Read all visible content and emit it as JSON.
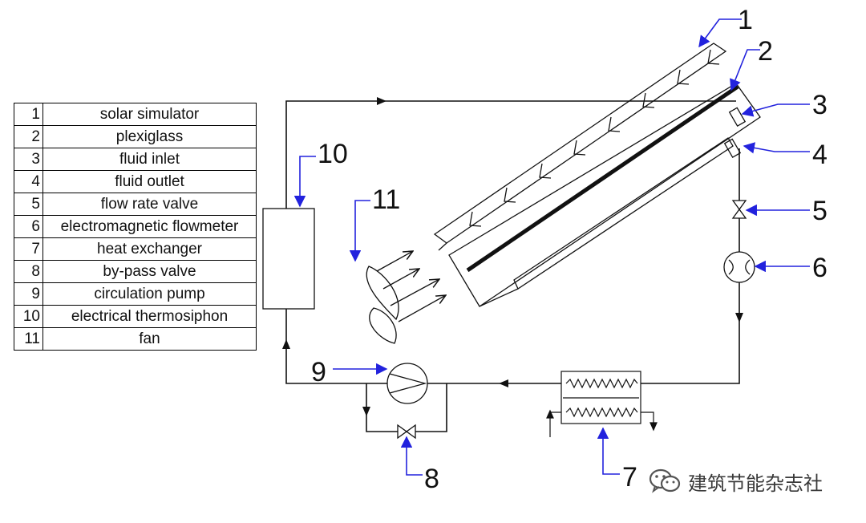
{
  "legend": [
    {
      "num": "1",
      "label": "solar simulator"
    },
    {
      "num": "2",
      "label": "plexiglass"
    },
    {
      "num": "3",
      "label": "fluid inlet"
    },
    {
      "num": "4",
      "label": "fluid outlet"
    },
    {
      "num": "5",
      "label": "flow rate valve"
    },
    {
      "num": "6",
      "label": "electromagnetic flowmeter"
    },
    {
      "num": "7",
      "label": "heat exchanger"
    },
    {
      "num": "8",
      "label": "by-pass valve"
    },
    {
      "num": "9",
      "label": "circulation  pump"
    },
    {
      "num": "10",
      "label": "electrical thermosiphon"
    },
    {
      "num": "11",
      "label": "fan"
    }
  ],
  "callouts": {
    "c1": "1",
    "c2": "2",
    "c3": "3",
    "c4": "4",
    "c5": "5",
    "c6": "6",
    "c7": "7",
    "c8": "8",
    "c9": "9",
    "c10": "10",
    "c11": "11"
  },
  "watermark": {
    "text": "建筑节能杂志社",
    "icon": "wechat-icon"
  },
  "colors": {
    "line": "#111111",
    "callout_arrow": "#2222dd"
  }
}
